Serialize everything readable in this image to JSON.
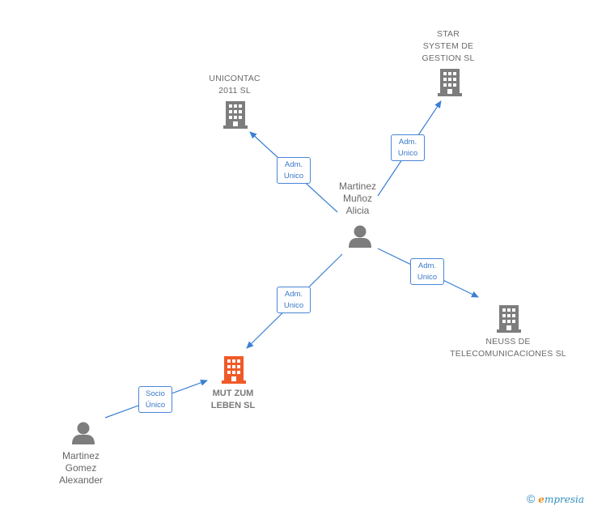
{
  "nodes": {
    "unicontac": {
      "label": "UNICONTAC\n2011 SL",
      "kind": "company"
    },
    "star": {
      "label": "STAR\nSYSTEM DE\nGESTION SL",
      "kind": "company"
    },
    "alicia": {
      "label": "Martinez\nMuñoz\nAlicia",
      "kind": "person"
    },
    "neuss": {
      "label": "NEUSS DE\nTELECOMUNICACIONES SL",
      "kind": "company"
    },
    "mutzum": {
      "label": "MUT ZUM\nLEBEN  SL",
      "kind": "company-main"
    },
    "alexander": {
      "label": "Martinez\nGomez\nAlexander",
      "kind": "person"
    }
  },
  "edges": [
    {
      "from": "alicia",
      "to": "unicontac",
      "line1": "Adm.",
      "line2": "Unico"
    },
    {
      "from": "alicia",
      "to": "star",
      "line1": "Adm.",
      "line2": "Unico"
    },
    {
      "from": "alicia",
      "to": "neuss",
      "line1": "Adm.",
      "line2": "Unico"
    },
    {
      "from": "alicia",
      "to": "mutzum",
      "line1": "Adm.",
      "line2": "Unico"
    },
    {
      "from": "alexander",
      "to": "mutzum",
      "line1": "Socio",
      "line2": "Único"
    }
  ],
  "colors": {
    "edge": "#3a7fd5",
    "company_icon": "#7d7d7d",
    "main_icon": "#f05a28",
    "person_icon": "#7d7d7d"
  },
  "footer": {
    "copyright_symbol": "©",
    "brand_initial": "e",
    "brand_rest": "mpresia"
  }
}
